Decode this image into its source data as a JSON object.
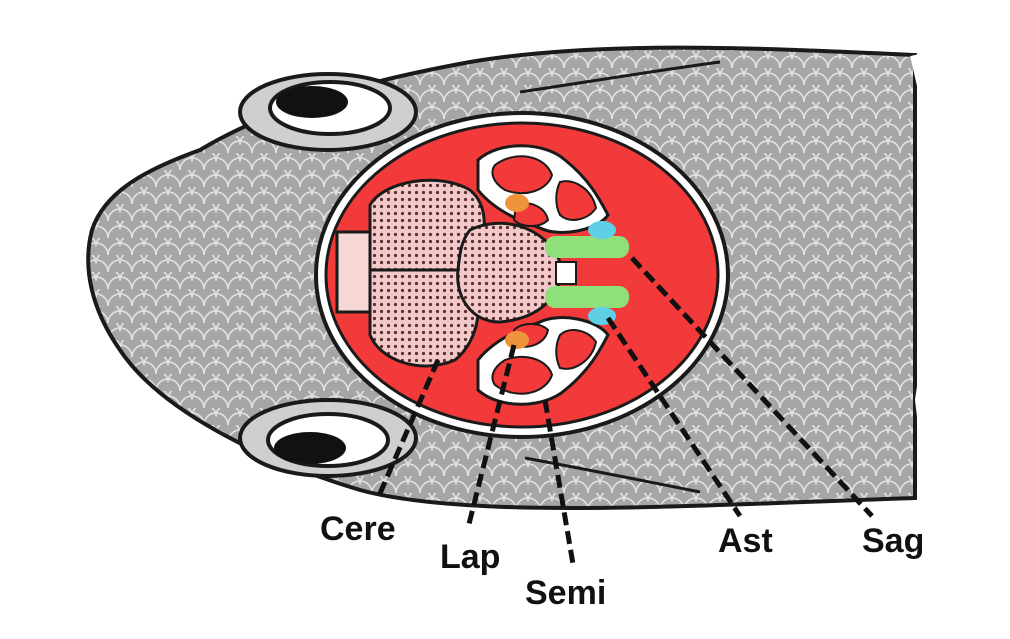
{
  "labels": {
    "cere": "Cere",
    "lap": "Lap",
    "semi": "Semi",
    "ast": "Ast",
    "sag": "Sag"
  },
  "colors": {
    "skin": "#a6a6a6",
    "scale_line": "#e2e2e2",
    "outline": "#1a1a1a",
    "cranial_cavity": "#f23a3a",
    "brain_tissue": "#f2c8c8",
    "olfactory": "#f7d6d6",
    "lapillus": "#f0943c",
    "sagitta": "#8fe07a",
    "asteriscus": "#5fcfe6",
    "eye_ring": "#cfcfcf",
    "pupil": "#111111"
  },
  "icons": {
    "eye": "fish-eye-icon",
    "brain": "brain-icon",
    "otolith": "otolith-icon"
  }
}
